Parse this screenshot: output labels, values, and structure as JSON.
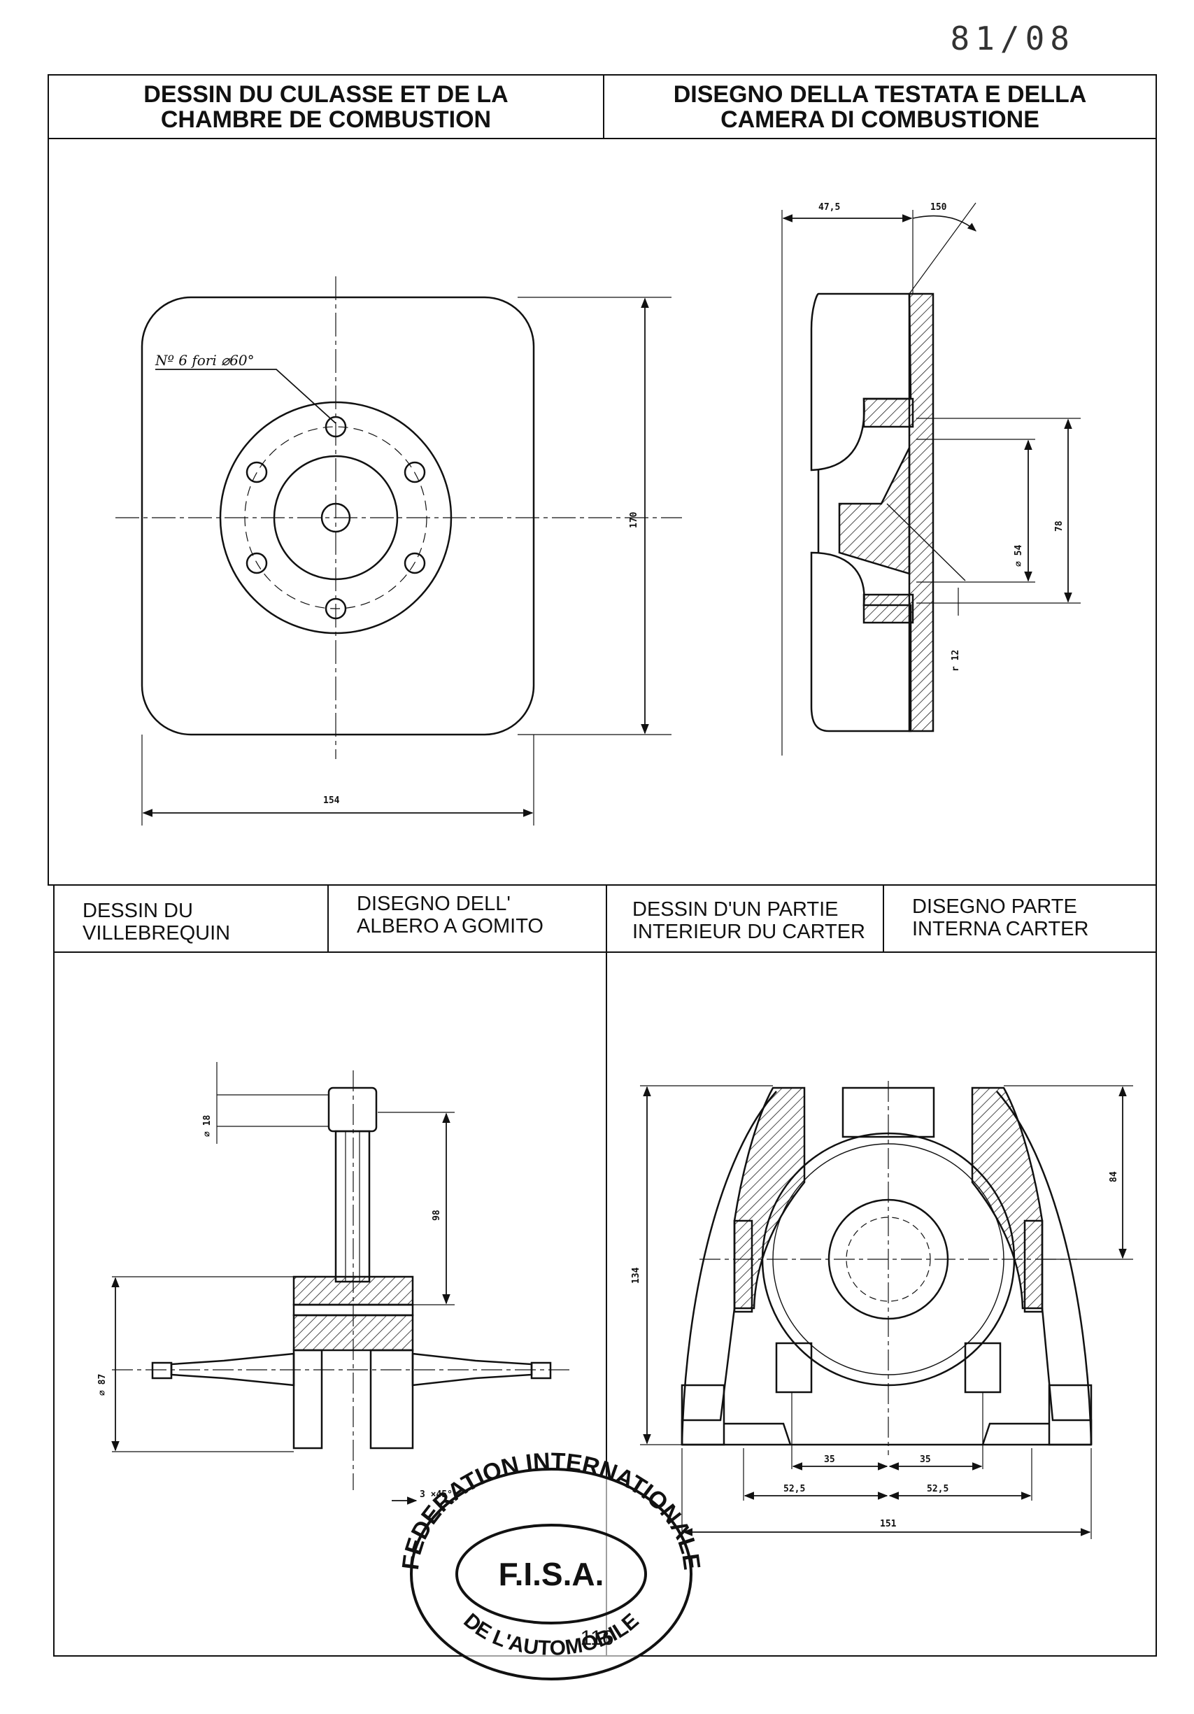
{
  "document": {
    "doc_number": "81/08",
    "page_number": "116"
  },
  "section_top": {
    "title_fr": "DESSIN DU CULASSE ET DE LA\nCHAMBRE DE COMBUSTION",
    "title_it": "DISEGNO DELLA TESTATA E DELLA\nCAMERA DI COMBUSTIONE"
  },
  "section_bottom": {
    "crank_fr": "DESSIN DU\nVILLEBREQUIN",
    "crank_it": "DISEGNO DELL'\nALBERO A GOMITO",
    "carter_fr": "DESSIN D'UN PARTIE\nINTERIEUR DU CARTER",
    "carter_it": "DISEGNO PARTE\nINTERNA CARTER"
  },
  "drawing_head_plan": {
    "note": "Nº 6 fori ⌀60°",
    "width": "154",
    "height": "170"
  },
  "drawing_head_section": {
    "dim_depth": "47,5",
    "dim_angle": "150",
    "dim_diameter": "⌀ 54",
    "dim_height": "78",
    "dim_radius": "r 12"
  },
  "drawing_crankshaft": {
    "dim_pin": "⌀ 18",
    "dim_rod": "98",
    "dim_diameter": "⌀ 87",
    "dim_chamfer": "3 ×45°"
  },
  "drawing_carter": {
    "dim_height": "134",
    "dim_upper": "84",
    "dim_35_left": "35",
    "dim_35_right": "35",
    "dim_52_left": "52,5",
    "dim_52_right": "52,5",
    "dim_total": "151"
  },
  "stamp": {
    "ring_top": "FEDERATION INTERNATIONALE",
    "ring_bottom": "DE L'AUTOMOBILE",
    "center": "F.I.S.A."
  }
}
